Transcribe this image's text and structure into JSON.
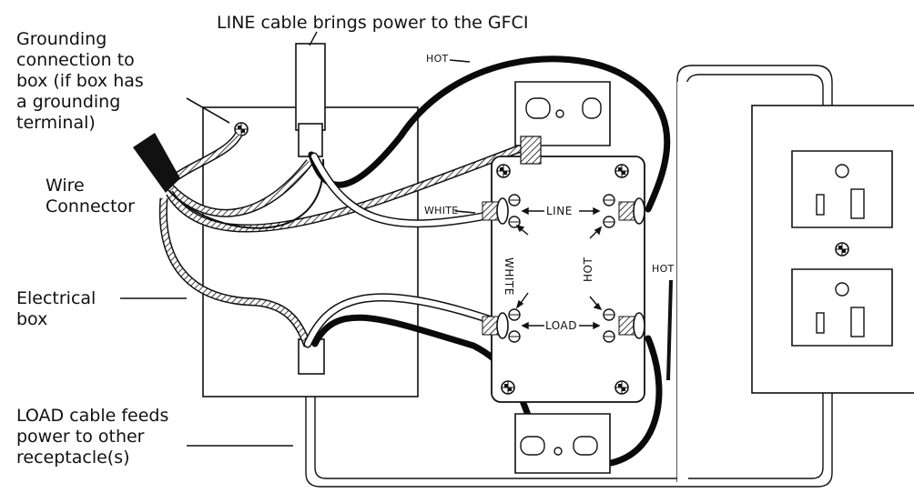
{
  "labels": {
    "line_cable": "LINE cable brings power to the GFCI",
    "grounding_connection": "Grounding\nconnection to\nbox (if box has\na grounding\nterminal)",
    "wire_connector": "Wire\nConnector",
    "electrical_box": "Electrical\nbox",
    "load_cable": "LOAD cable feeds\npower to other\nreceptacle(s)"
  },
  "wire_tags": {
    "hot_top": "HOT",
    "white_left": "WHITE",
    "hot_right": "HOT"
  },
  "gfci_labels": {
    "line": "LINE",
    "load": "LOAD",
    "white": "WHITE",
    "hot": "HOT"
  },
  "colors": {
    "ink": "#111111",
    "hot_wire": "#0a0a0a",
    "white_wire": "#ffffff"
  }
}
